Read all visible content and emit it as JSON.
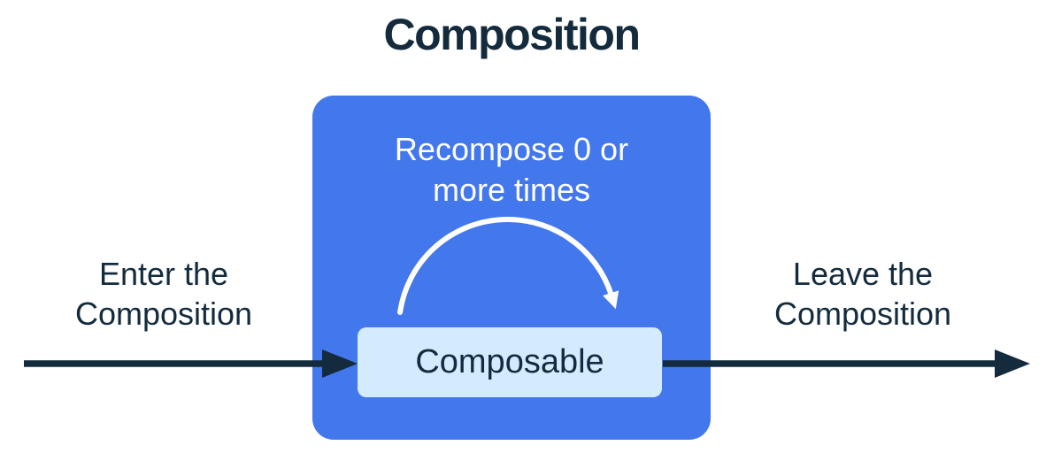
{
  "title": "Composition",
  "labels": {
    "enter": "Enter the\nComposition",
    "leave": "Leave the\nComposition",
    "recompose": "Recompose 0 or\nmore times",
    "composable": "Composable"
  },
  "icons": {
    "enter_arrow": "right-arrow",
    "leave_arrow": "right-arrow",
    "recompose_arrow": "curved-loop-arrow"
  },
  "colors": {
    "background": "#FFFFFF",
    "composition_box": "#4377EC",
    "composable_box": "#D3EBFC",
    "text_dark": "#132B3D",
    "text_light": "#FFFFFF",
    "flow_arrow": "#132B3D",
    "arc_arrow": "#FFFFFF"
  }
}
